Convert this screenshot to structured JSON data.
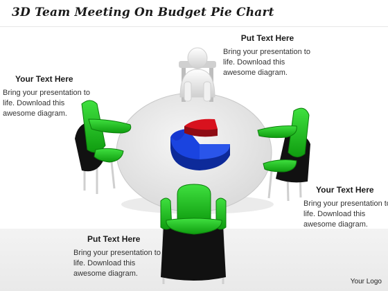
{
  "title": "3D Team Meeting On Budget Pie Chart",
  "blocks": [
    {
      "heading": "Put Text Here",
      "body": "Bring your presentation to life. Download this awesome diagram."
    },
    {
      "heading": "Your Text Here",
      "body": "Bring your presentation to life. Download this awesome diagram."
    },
    {
      "heading": "Your Text Here",
      "body": "Bring your presentation to life. Download this awesome diagram."
    },
    {
      "heading": "Put Text Here",
      "body": "Bring your presentation to life. Download this awesome diagram."
    }
  ],
  "footer": "Your Logo",
  "colors": {
    "chair_green": "#1fc21f",
    "chair_black": "#111111",
    "pie_red": "#d8121e",
    "pie_blue": "#1537d0",
    "table": "#e8e8e8",
    "figure_white": "#f4f4f4"
  }
}
